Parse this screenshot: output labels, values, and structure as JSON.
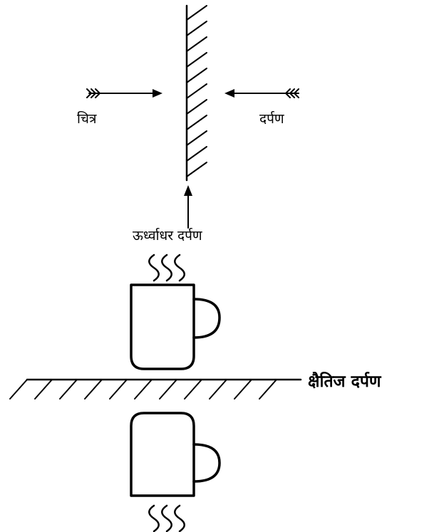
{
  "labels": {
    "picture": "चित्र",
    "mirror": "दर्पण",
    "vertical_mirror": "ऊर्ध्वाधर दर्पण",
    "horizontal_mirror": "क्षैतिज दर्पण"
  },
  "colors": {
    "ink": "#000000",
    "background": "#ffffff"
  },
  "icons": {
    "left_arrow": "arrow-with-fletching-pointing-right",
    "right_arrow": "arrow-with-fletching-pointing-left",
    "cup": "mug-with-steam",
    "reflection": "inverted-mug-reflection"
  }
}
